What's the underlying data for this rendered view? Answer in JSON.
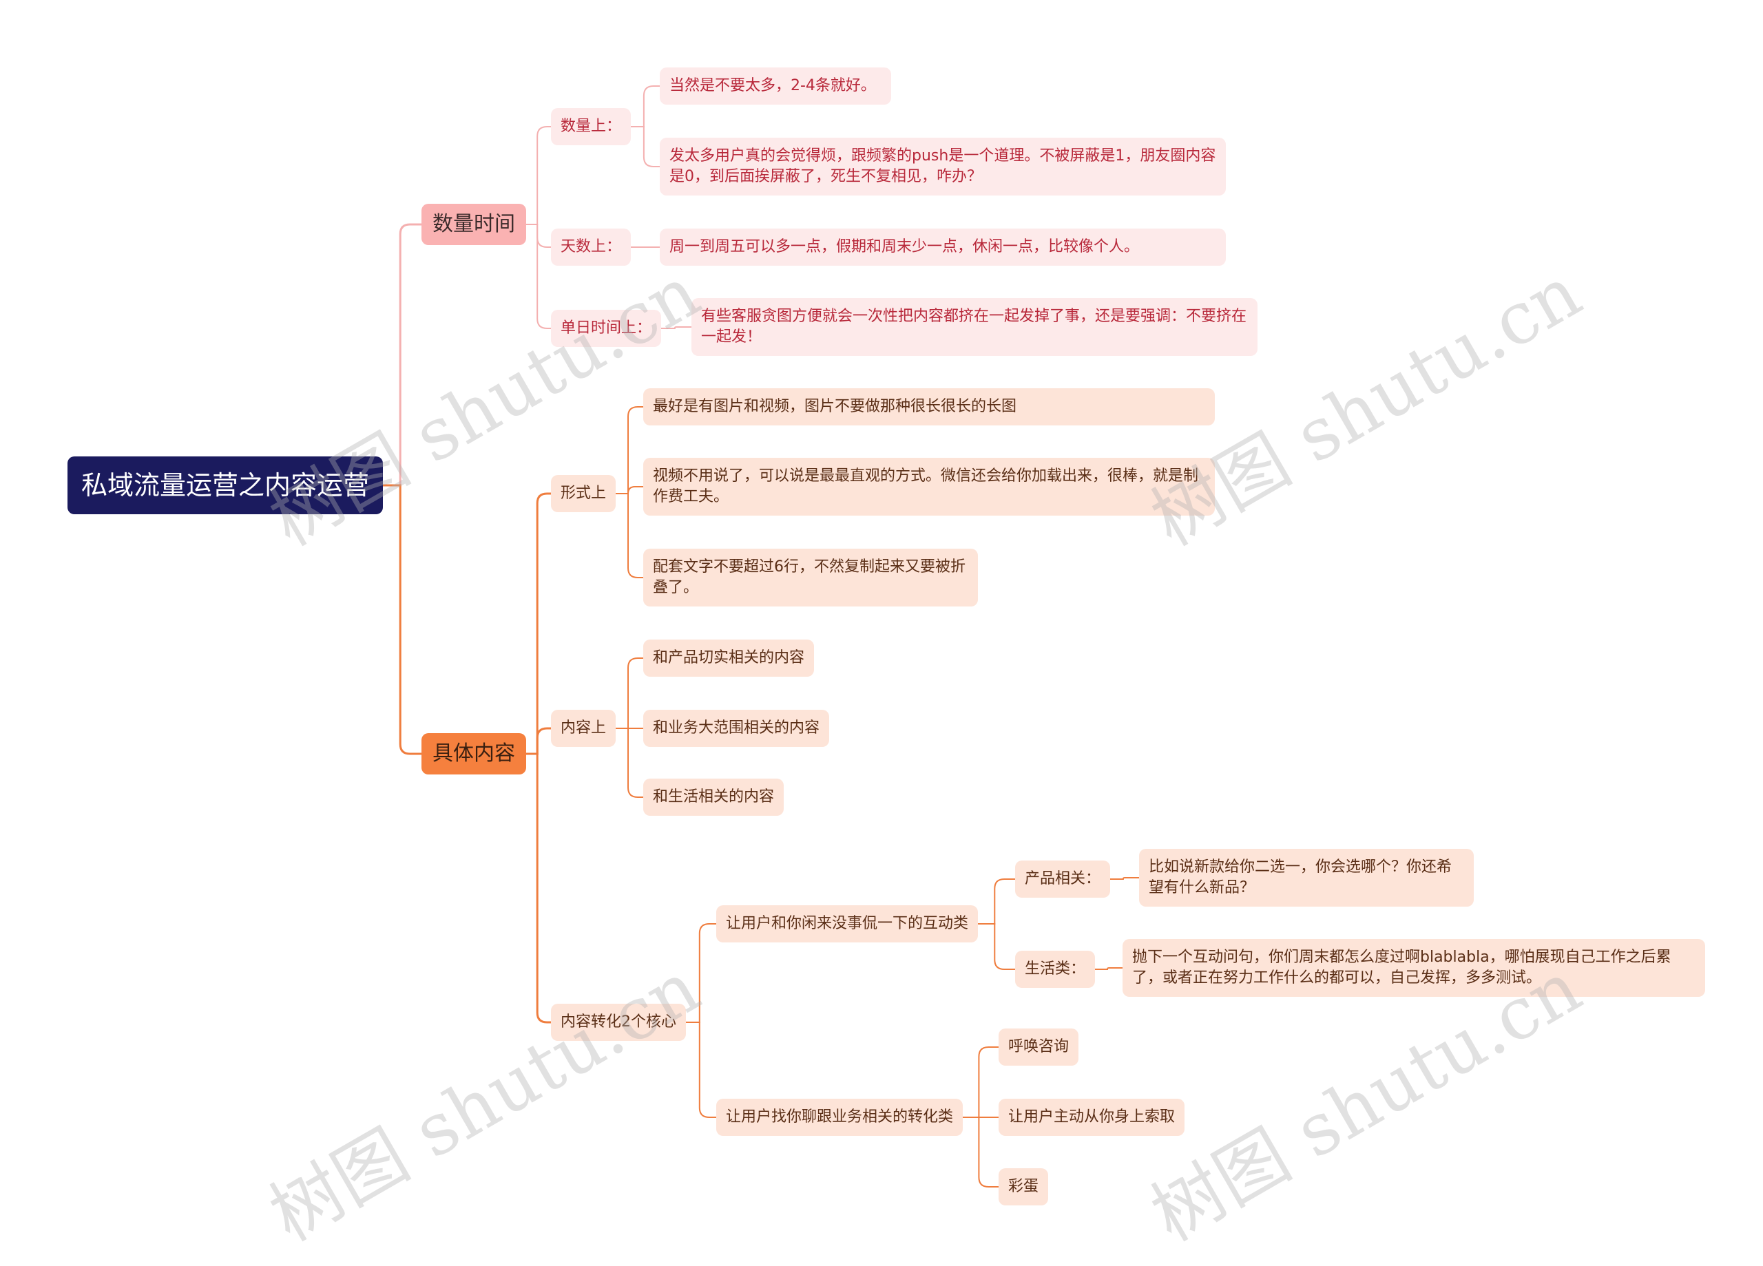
{
  "root": "私域流量运营之内容运营",
  "branch_time": {
    "label": "数量时间",
    "quantity": {
      "label": "数量上：",
      "items": [
        "当然是不要太多，2-4条就好。",
        "发太多用户真的会觉得烦，跟频繁的push是一个道理。不被屏蔽是1，朋友圈内容是0，到后面挨屏蔽了，死生不复相见，咋办？"
      ]
    },
    "days": {
      "label": "天数上：",
      "text": "周一到周五可以多一点，假期和周末少一点，休闲一点，比较像个人。"
    },
    "daily": {
      "label": "单日时间上：",
      "text": "有些客服贪图方便就会一次性把内容都挤在一起发掉了事，还是要强调：不要挤在一起发！"
    }
  },
  "branch_content": {
    "label": "具体内容",
    "form": {
      "label": "形式上",
      "items": [
        "最好是有图片和视频，图片不要做那种很长很长的长图",
        "视频不用说了，可以说是最最直观的方式。微信还会给你加载出来，很棒，就是制作费工夫。",
        "配套文字不要超过6行，不然复制起来又要被折叠了。"
      ]
    },
    "content": {
      "label": "内容上",
      "items": [
        "和产品切实相关的内容",
        "和业务大范围相关的内容",
        "和生活相关的内容"
      ]
    },
    "convert": {
      "label": "内容转化2个核心",
      "interact": {
        "label": "让用户和你闲来没事侃一下的互动类",
        "product": {
          "label": "产品相关：",
          "text": "比如说新款给你二选一，你会选哪个？你还希望有什么新品？"
        },
        "life": {
          "label": "生活类：",
          "text": "抛下一个互动问句，你们周末都怎么度过啊blablabla，哪怕展现自己工作之后累了，或者正在努力工作什么的都可以，自己发挥，多多测试。"
        }
      },
      "transform": {
        "label": "让用户找你聊跟业务相关的转化类",
        "items": [
          "呼唤咨询",
          "让用户主动从你身上索取",
          "彩蛋"
        ]
      }
    }
  },
  "watermark": "树图 shutu.cn",
  "colors": {
    "root": "#1b1b5e",
    "pink_branch": "#fab2b2",
    "pink_line": "#f4b0b0",
    "orange_branch": "#f5803e",
    "orange_line": "#ef7d3e"
  }
}
